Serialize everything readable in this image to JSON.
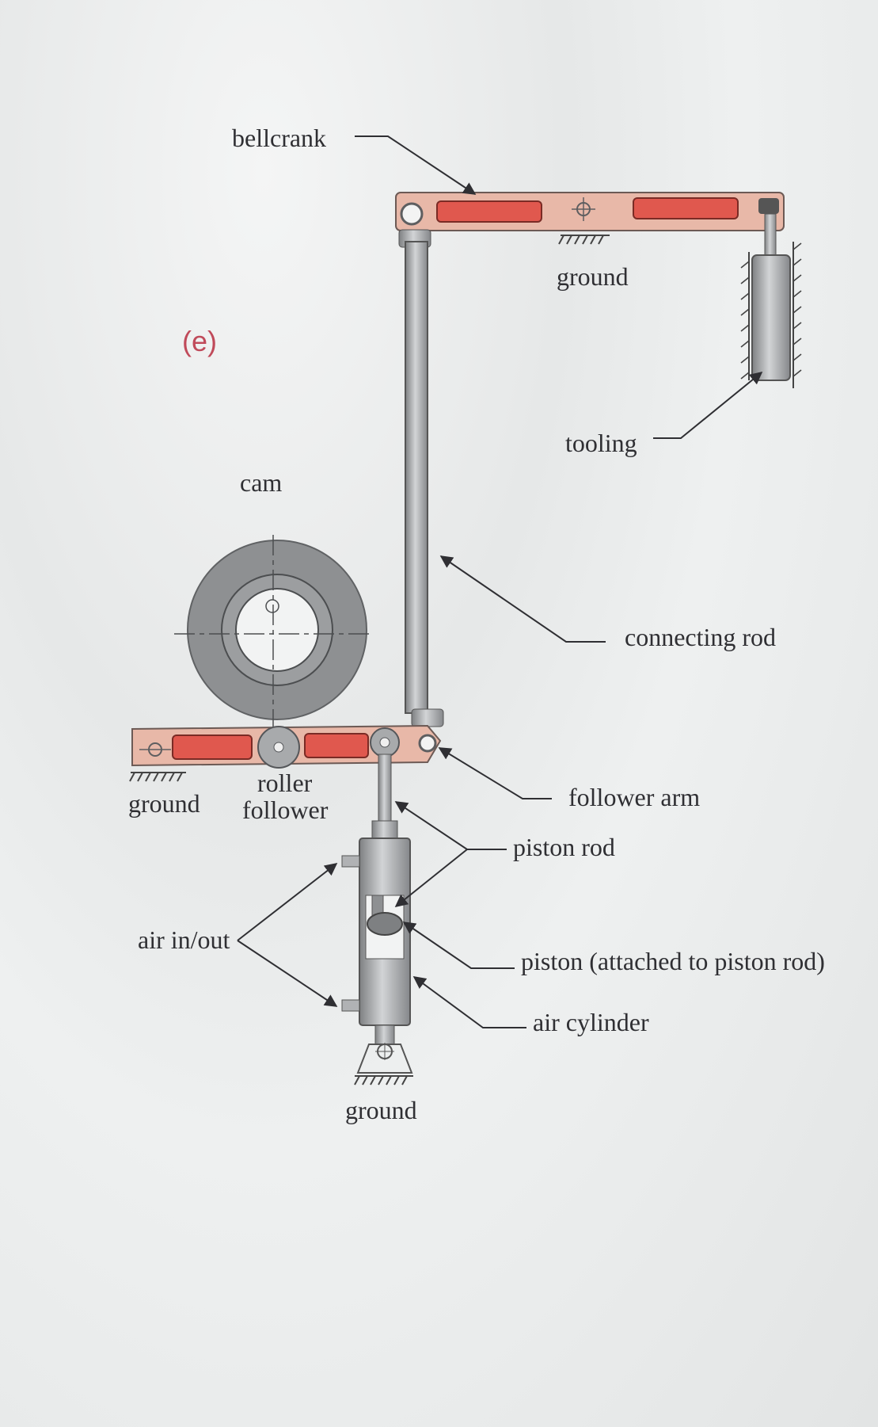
{
  "figure_tag": "(e)",
  "labels": {
    "bellcrank": "bellcrank",
    "ground_top": "ground",
    "tooling": "tooling",
    "cam": "cam",
    "connecting_rod": "connecting rod",
    "ground_left": "ground",
    "roller_follower_line1": "roller",
    "roller_follower_line2": "follower",
    "follower_arm": "follower arm",
    "piston_rod": "piston rod",
    "air_in_out": "air in/out",
    "piston": "piston (attached to piston rod)",
    "air_cylinder": "air cylinder",
    "ground_bottom": "ground"
  },
  "colors": {
    "link": "#e8b8a8",
    "slot": "#e0584e",
    "metal": "#a8aaac",
    "cam": "#8e9092",
    "leader": "#2f2f33"
  }
}
